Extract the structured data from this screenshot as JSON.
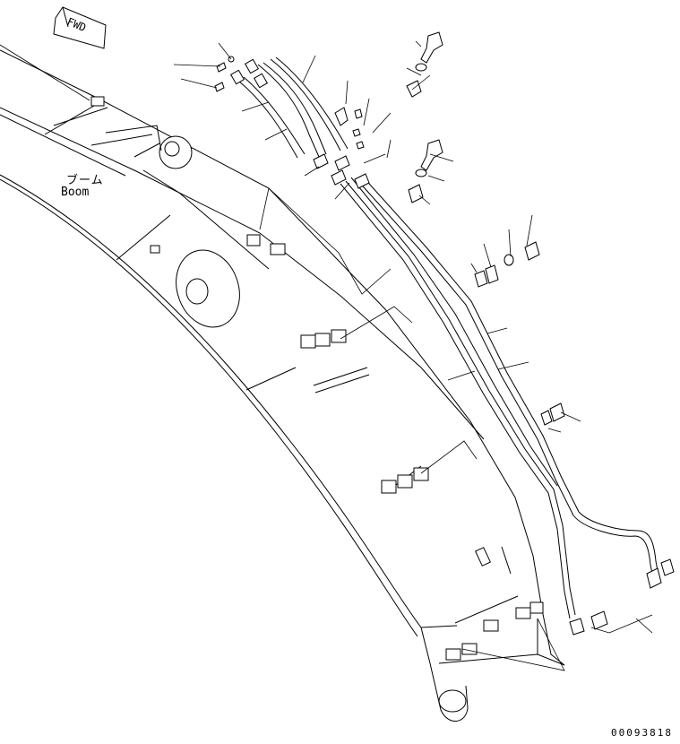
{
  "drawing": {
    "fwd_label": "FWD",
    "boom_label_jp": "ブーム",
    "boom_label_en": "Boom",
    "drawing_number": "00093818"
  }
}
